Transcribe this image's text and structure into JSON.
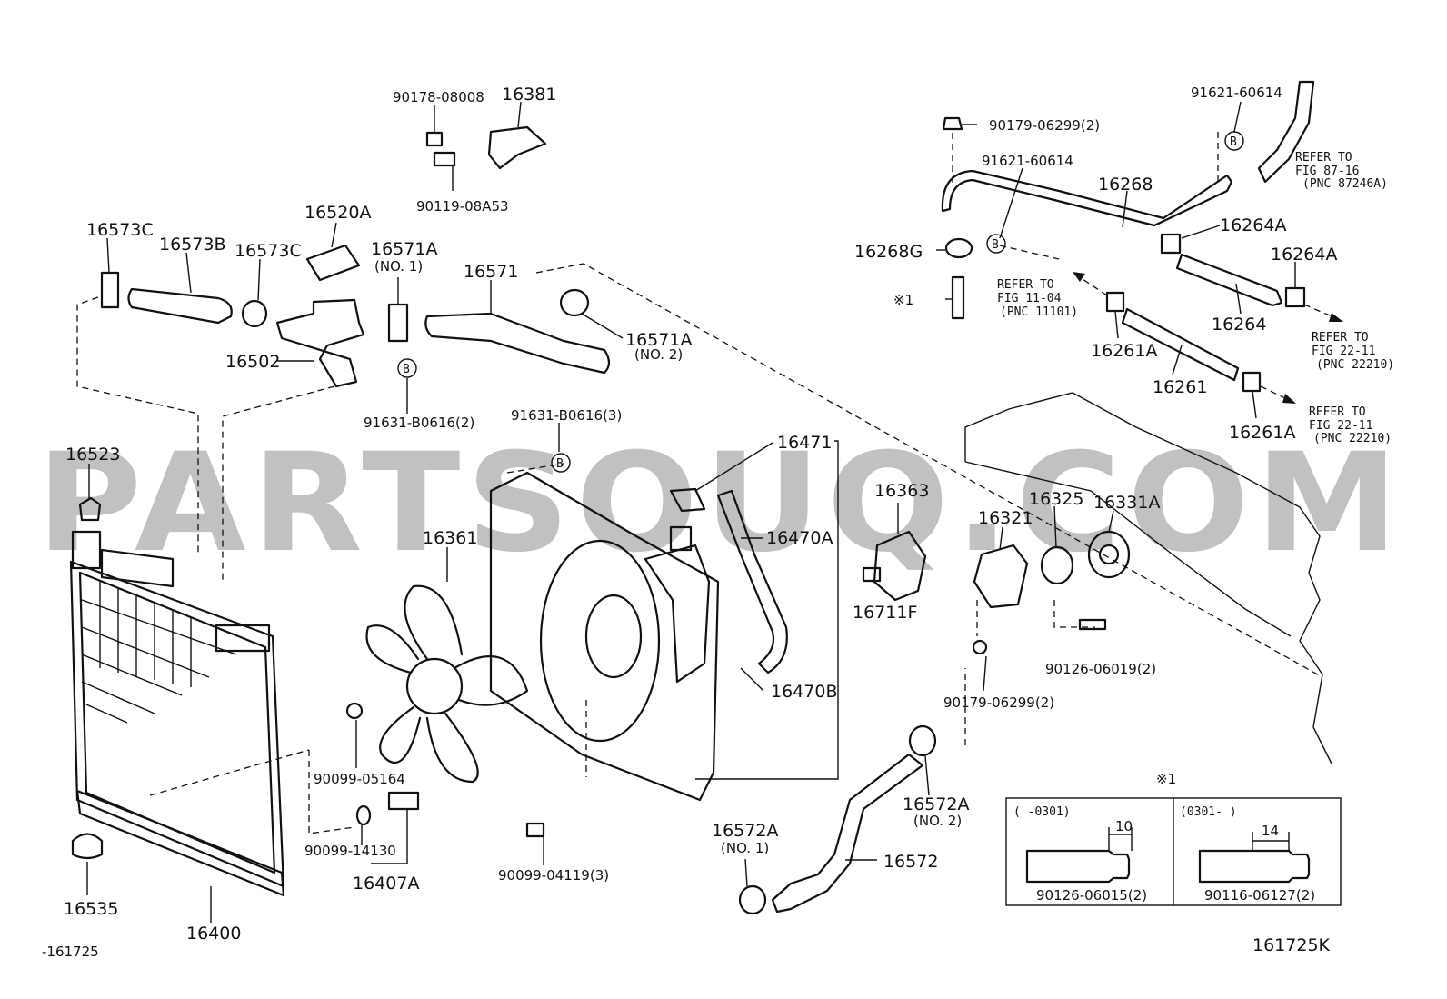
{
  "watermark": "PARTSOUQ.COM",
  "drawing_code": "161725K",
  "drawing_ref": "-161725",
  "marker_b": "B",
  "labels": {
    "p90178": "90178-08008",
    "p16381": "16381",
    "p90119": "90119-08A53",
    "p16573C_left": "16573C",
    "p16573B": "16573B",
    "p16573C_right": "16573C",
    "p16520A": "16520A",
    "p16571A_1": "16571A",
    "p16571A_1_note": "(NO. 1)",
    "p16571": "16571",
    "p16571A_2": "16571A",
    "p16571A_2_note": "(NO. 2)",
    "p16502": "16502",
    "p91631_2": "91631-B0616(2)",
    "p91631_3": "91631-B0616(3)",
    "p16523": "16523",
    "p16471": "16471",
    "p16361": "16361",
    "p16470A": "16470A",
    "p16711F": "16711F",
    "p16470B": "16470B",
    "p90099_05164": "90099-05164",
    "p90099_14130": "90099-14130",
    "p16407A": "16407A",
    "p90099_04119": "90099-04119(3)",
    "p16535": "16535",
    "p16400": "16400",
    "p16572A_1": "16572A",
    "p16572A_1_note": "(NO. 1)",
    "p16572": "16572",
    "p16572A_2": "16572A",
    "p16572A_2_note": "(NO. 2)",
    "p16363": "16363",
    "p16321": "16321",
    "p16325": "16325",
    "p16331A": "16331A",
    "p90126_06019": "90126-06019(2)",
    "p90179_bottom": "90179-06299(2)",
    "p90179_top": "90179-06299(2)",
    "p91621_top": "91621-60614",
    "p91621_mid": "91621-60614",
    "p16268": "16268",
    "p16268G": "16268G",
    "p16264A_1": "16264A",
    "p16264A_2": "16264A",
    "p16264": "16264",
    "p16261A_1": "16261A",
    "p16261A_2": "16261A",
    "p16261": "16261",
    "note_mark": "※1"
  },
  "refs": {
    "r8716": [
      "REFER TO",
      "FIG 87-16",
      "(PNC 87246A)"
    ],
    "r1104": [
      "REFER TO",
      "FIG 11-04",
      "(PNC 11101)"
    ],
    "r2211a": [
      "REFER TO",
      "FIG 22-11",
      "(PNC 22210)"
    ],
    "r2211b": [
      "REFER TO",
      "FIG 22-11",
      "(PNC 22210)"
    ]
  },
  "inset": {
    "title": "※1",
    "left_range": "(      -0301)",
    "right_range": "(0301-       )",
    "left_dim": "10",
    "right_dim": "14",
    "left_part": "90126-06015(2)",
    "right_part": "90116-06127(2)"
  }
}
